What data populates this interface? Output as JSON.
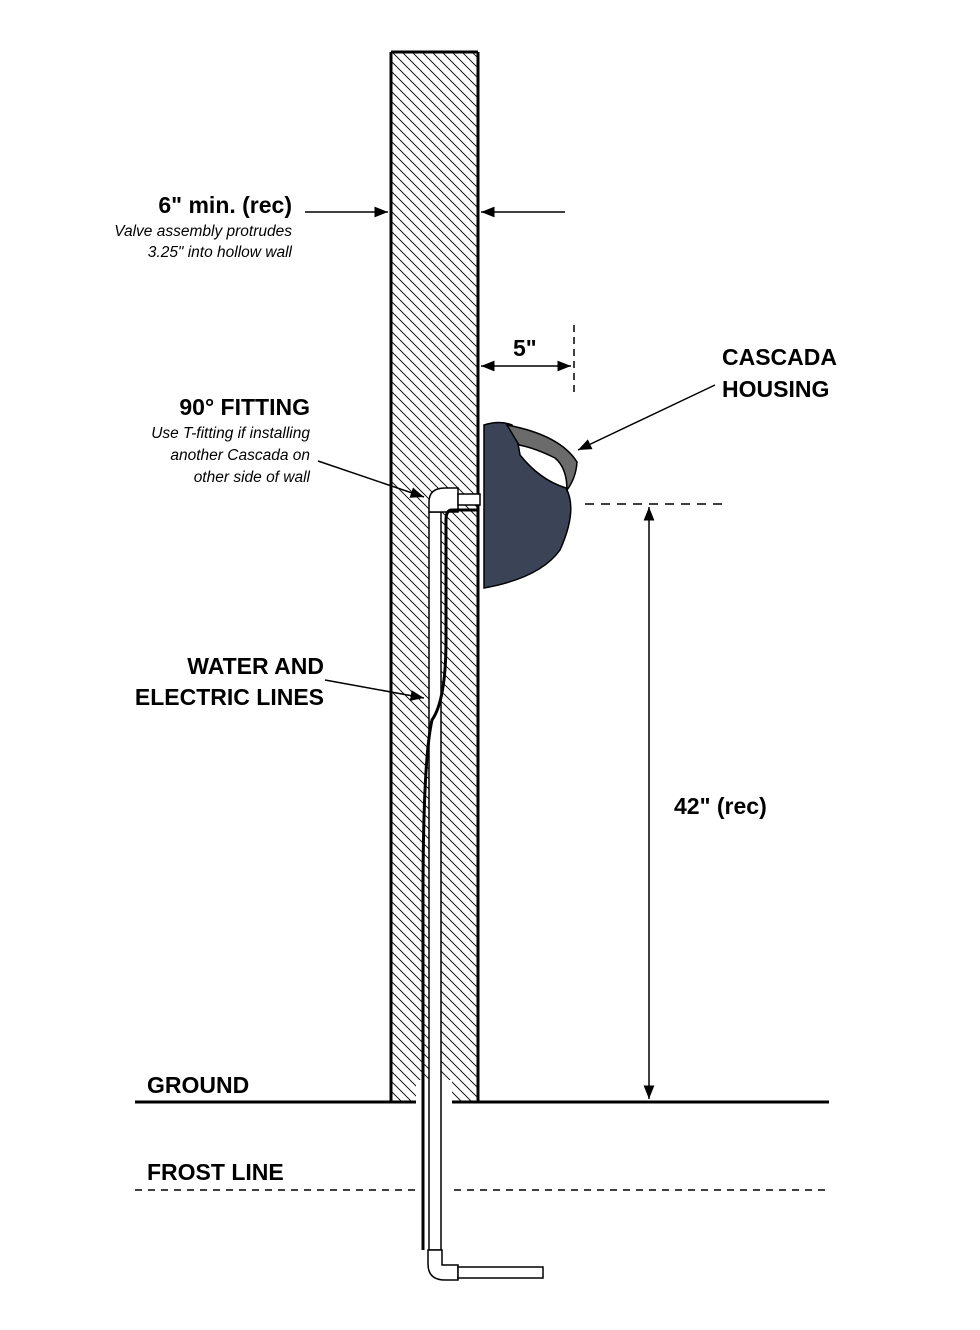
{
  "labels": {
    "wall_thickness": "6\" min. (rec)",
    "wall_note_1": "Valve assembly protrudes",
    "wall_note_2": "3.25\" into hollow wall",
    "offset": "5\"",
    "housing_1": "CASCADA",
    "housing_2": "HOUSING",
    "fitting": "90° FITTING",
    "fitting_note_1": "Use T-fitting if installing",
    "fitting_note_2": "another Cascada on",
    "fitting_note_3": "other side of wall",
    "lines_1": "WATER AND",
    "lines_2": "ELECTRIC LINES",
    "height": "42\" (rec)",
    "ground": "GROUND",
    "frost": "FROST LINE"
  },
  "colors": {
    "housing": "#3b4457",
    "handle": "#6b6b6b"
  }
}
